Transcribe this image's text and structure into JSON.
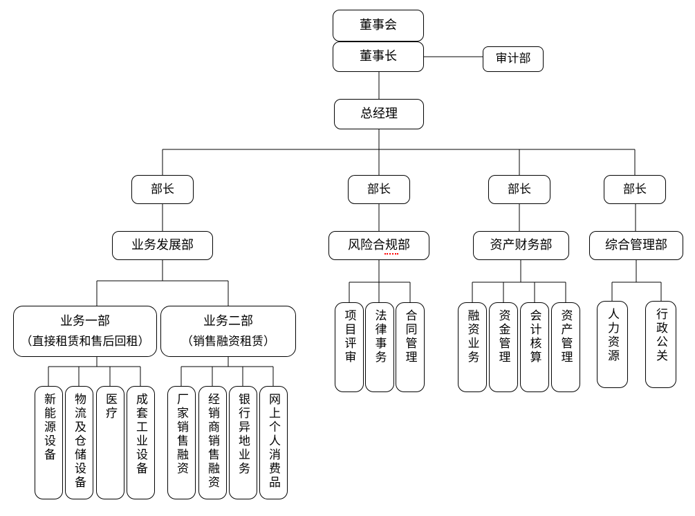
{
  "org": {
    "board": "董事会",
    "chairman": "董事长",
    "audit": "审计部",
    "general_manager": "总经理",
    "ministers": [
      "部长",
      "部长",
      "部长",
      "部长"
    ],
    "departments": [
      "业务发展部",
      "风险合规部",
      "资产财务部",
      "综合管理部"
    ],
    "business_units": [
      {
        "title": "业务一部",
        "subtitle": "（直接租赁和售后回租）"
      },
      {
        "title": "业务二部",
        "subtitle": "（销售融资租赁）"
      }
    ],
    "bu1_items": [
      "新能源设备",
      "物流及仓储设备",
      "医疗",
      "成套工业设备"
    ],
    "bu2_items": [
      "厂家销售融资",
      "经销商销售融资",
      "银行异地业务",
      "网上个人消费品"
    ],
    "risk_items": [
      "项目评审",
      "法律事务",
      "合同管理"
    ],
    "finance_items": [
      "融资业务",
      "资金管理",
      "会计核算",
      "资产管理"
    ],
    "admin_items": [
      "人力资源",
      "行政公关"
    ]
  },
  "colors": {
    "line": "#000000",
    "box-border": "#000000",
    "background": "#ffffff",
    "spellcheck": "#ff0000"
  }
}
